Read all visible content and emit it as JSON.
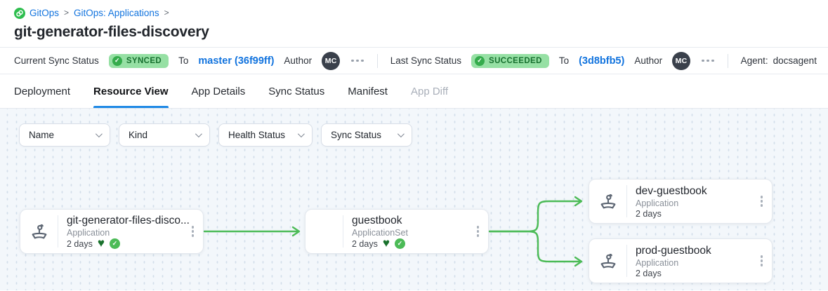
{
  "colors": {
    "link_blue": "#1173de",
    "tab_accent_blue": "#1e88e5",
    "badge_bg_green": "#96e0a4",
    "badge_text_green": "#17702f",
    "badge_check_green": "#35ac4c",
    "edge_green": "#4cbb57",
    "heart_green": "#19712c",
    "logo_green": "#2fbe4f",
    "graph_bg": "#f3f7fb"
  },
  "breadcrumb": {
    "logo_icon": "gitops-logo",
    "items": [
      "GitOps",
      "GitOps: Applications"
    ],
    "separator": ">"
  },
  "page_title": "git-generator-files-discovery",
  "status_bar": {
    "current_sync": {
      "label": "Current Sync Status",
      "badge": "SYNCED",
      "to_label": "To",
      "revision": "master (36f99ff)",
      "author_label": "Author",
      "author_initials": "MC"
    },
    "last_sync": {
      "label": "Last Sync Status",
      "badge": "SUCCEEDED",
      "to_label": "To",
      "revision": "(3d8bfb5)",
      "author_label": "Author",
      "author_initials": "MC"
    },
    "agent_label": "Agent:",
    "agent_value": "docsagent"
  },
  "tabs": [
    {
      "label": "Deployment",
      "state": "normal"
    },
    {
      "label": "Resource View",
      "state": "active"
    },
    {
      "label": "App Details",
      "state": "normal"
    },
    {
      "label": "Sync Status",
      "state": "normal"
    },
    {
      "label": "Manifest",
      "state": "normal"
    },
    {
      "label": "App Diff",
      "state": "disabled"
    }
  ],
  "filters": [
    {
      "label": "Name"
    },
    {
      "label": "Kind"
    },
    {
      "label": "Health Status"
    },
    {
      "label": "Sync Status"
    }
  ],
  "graph": {
    "nodes": [
      {
        "title": "git-generator-files-disco...",
        "kind": "Application",
        "age": "2 days",
        "healthy": true,
        "synced": true,
        "icon": "argo-application-icon"
      },
      {
        "title": "guestbook",
        "kind": "ApplicationSet",
        "age": "2 days",
        "healthy": true,
        "synced": true,
        "icon": "none"
      },
      {
        "title": "dev-guestbook",
        "kind": "Application",
        "age": "2 days",
        "healthy": false,
        "synced": false,
        "icon": "argo-application-icon"
      },
      {
        "title": "prod-guestbook",
        "kind": "Application",
        "age": "2 days",
        "healthy": false,
        "synced": false,
        "icon": "argo-application-icon"
      }
    ],
    "edges": [
      {
        "from": "git-generator-files-disco...",
        "to": "guestbook"
      },
      {
        "from": "guestbook",
        "to": "dev-guestbook"
      },
      {
        "from": "guestbook",
        "to": "prod-guestbook"
      }
    ]
  },
  "icons": {
    "heart_glyph": "♥",
    "check_glyph": "✓"
  }
}
